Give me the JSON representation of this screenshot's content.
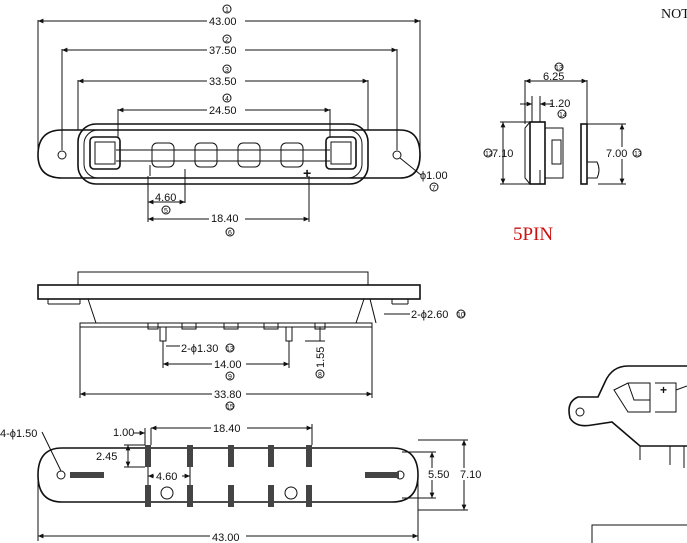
{
  "corner_note": "NOT",
  "pin_label": "5PIN",
  "colors": {
    "line": "#111111",
    "pin_label": "#cc1111",
    "hatch": "#444444"
  },
  "top_view": {
    "dims": [
      {
        "value": "43.00",
        "index": "1"
      },
      {
        "value": "37.50",
        "index": "2"
      },
      {
        "value": "33.50",
        "index": "3"
      },
      {
        "value": "24.50",
        "index": "4"
      },
      {
        "value": "4.60",
        "index": "5"
      },
      {
        "value": "18.40",
        "index": "6"
      },
      {
        "value": "ϕ1.00",
        "index": "7"
      }
    ],
    "plus_sign": "+"
  },
  "side_view": {
    "width": {
      "value": "6.25",
      "index": "13"
    },
    "thickness": {
      "value": "1.20",
      "index": "14"
    },
    "height_left": {
      "value": "7.10",
      "index": "12"
    },
    "height_right": {
      "value": "7.00",
      "index": "13"
    }
  },
  "front_view": {
    "hole_dim": {
      "value": "2-ϕ2.60",
      "index": "10"
    },
    "pin_dia": {
      "value": "2-ϕ1.30",
      "index": "13"
    },
    "pin_pitch": {
      "value": "14.00",
      "index": "9"
    },
    "pin_len": {
      "value": "1.55",
      "index": "8"
    },
    "base_len": {
      "value": "33.80",
      "index": "15"
    }
  },
  "bottom_view": {
    "hole_dim": "4-ϕ1.50",
    "pad_width": "1.00",
    "pad_pitch": "18.40",
    "pad_height": "2.45",
    "pad_gap": "4.60",
    "inner_height": "5.50",
    "outer_height": "7.10",
    "total_len": "43.00"
  }
}
